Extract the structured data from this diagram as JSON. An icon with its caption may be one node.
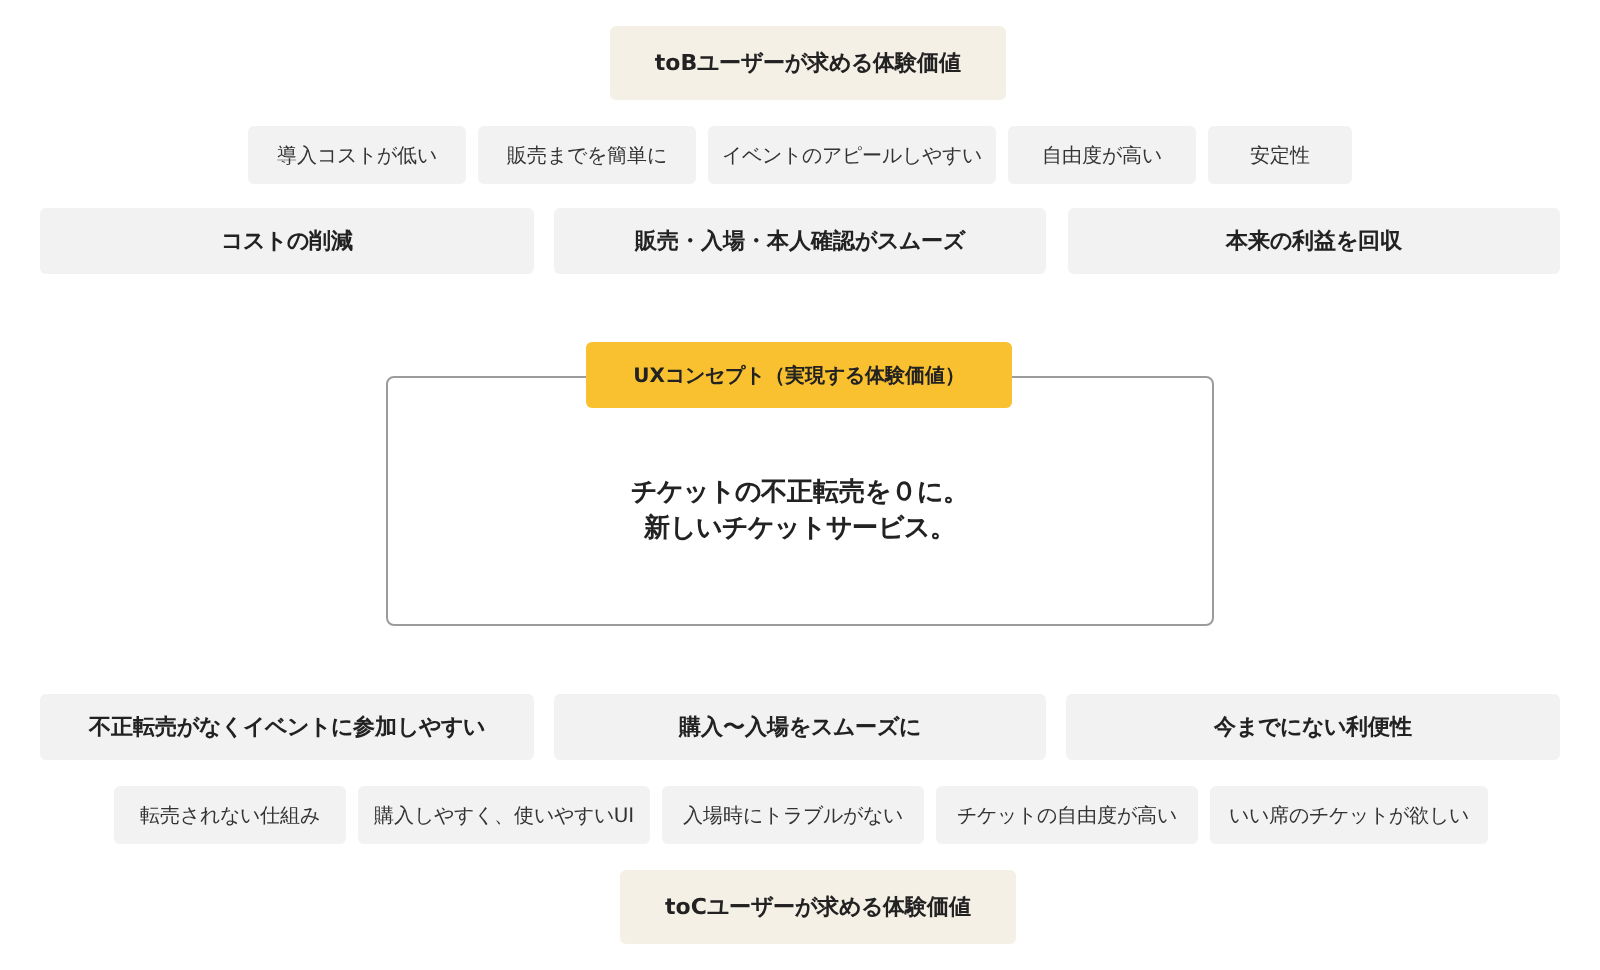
{
  "diagram": {
    "nodes": [
      {
        "text": [
          "toBユーザーが求める体験価値"
        ]
      },
      {
        "text": [
          "導入コストが低い"
        ]
      },
      {
        "text": [
          "販売までを簡単に"
        ]
      },
      {
        "text": [
          "イベントのアピールしやすい"
        ]
      },
      {
        "text": [
          "自由度が高い"
        ]
      },
      {
        "text": [
          "安定性"
        ]
      },
      {
        "text": [
          "コストの削減"
        ]
      },
      {
        "text": [
          "販売・入場・本人確認がスムーズ"
        ]
      },
      {
        "text": [
          "本来の利益を回収"
        ]
      },
      {
        "text": [
          "UXコンセプト（実現する体験価値）",
          "チケットの不正転売を０に。新しいチケットサービス。"
        ]
      },
      {
        "text": [
          "不正転売がなくイベントに参加しやすい"
        ]
      },
      {
        "text": [
          "購入〜入場をスムーズに"
        ]
      },
      {
        "text": [
          "今までにない利便性"
        ]
      },
      {
        "text": [
          "転売されない仕組み"
        ]
      },
      {
        "text": [
          "購入しやすく、使いやすいUI"
        ]
      },
      {
        "text": [
          "入場時にトラブルがない"
        ]
      },
      {
        "text": [
          "チケットの自由度が高い"
        ]
      },
      {
        "text": [
          "いい席のチケットが欲しい"
        ]
      },
      {
        "text": [
          "toCユーザーが求める体験価値"
        ]
      }
    ]
  }
}
